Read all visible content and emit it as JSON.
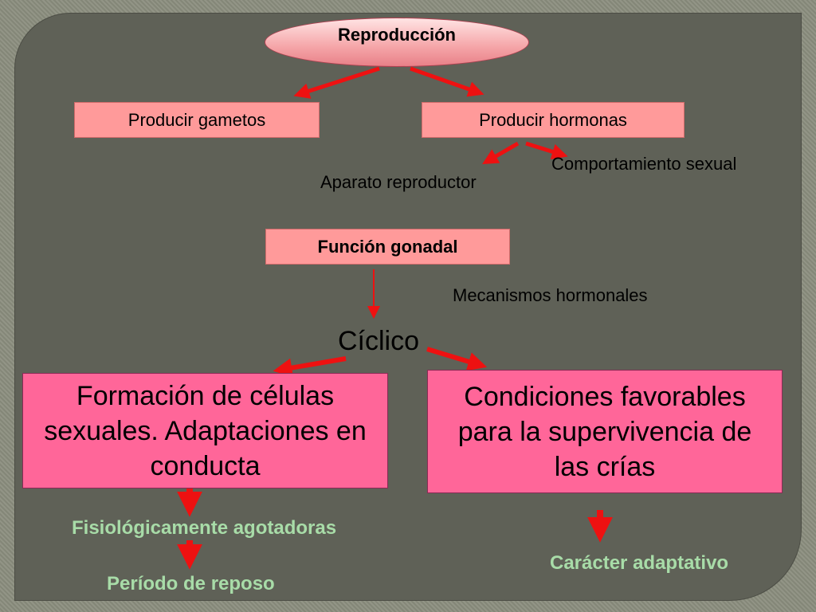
{
  "diagram": {
    "root": "Reproducción",
    "branches": {
      "left": "Producir gametos",
      "right": "Producir hormonas"
    },
    "hormone_branches": {
      "left": "Aparato reproductor",
      "right": "Comportamiento sexual"
    },
    "gonadal": "Función gonadal",
    "mechanisms": "Mecanismos hormonales",
    "cyclic": "Cíclico",
    "box_left": "Formación de células sexuales. Adaptaciones en conducta",
    "box_right": "Condiciones favorables para la supervivencia de las crías",
    "left_result_1": "Fisiológicamente agotadoras",
    "left_result_2": "Período de reposo",
    "right_result": "Carácter adaptativo"
  },
  "colors": {
    "arrow": "#ee1111",
    "salmon_box": "#ff9a9a",
    "pink_box": "#ff6699",
    "green_text": "#a8dca8",
    "panel": "#5f6157"
  }
}
